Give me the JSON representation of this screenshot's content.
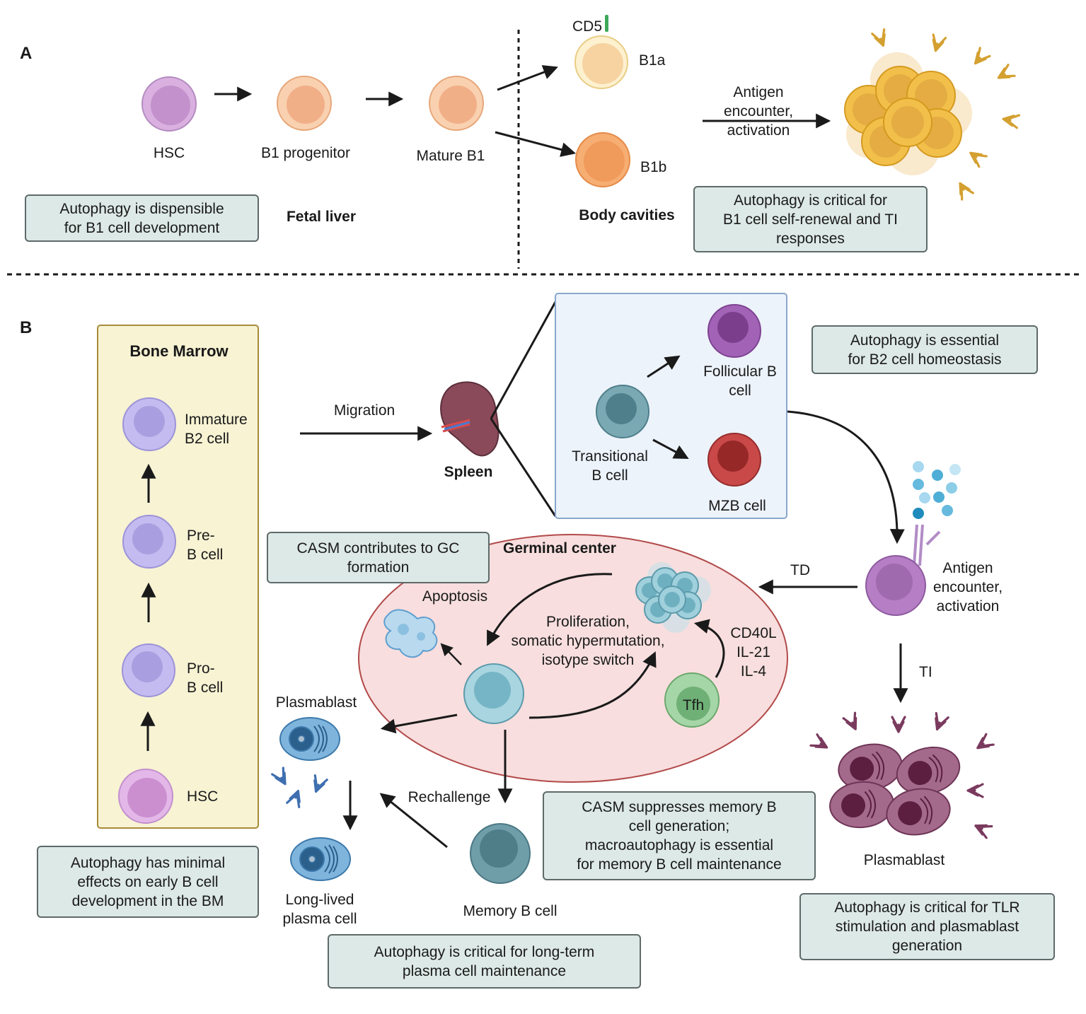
{
  "panel_a": {
    "label": "A",
    "hsc": "HSC",
    "b1_progenitor": "B1 progenitor",
    "mature_b1": "Mature B1",
    "cd5": "CD5",
    "b1a": "B1a",
    "b1b": "B1b",
    "fetal_liver": "Fetal liver",
    "body_cavities": "Body cavities",
    "antigen_activation": "Antigen\nencounter,\nactivation",
    "note_dispensible": "Autophagy is dispensible\nfor B1 cell development",
    "note_critical_b1": "Autophagy is critical for\nB1 cell self-renewal and TI\nresponses"
  },
  "panel_b": {
    "label": "B",
    "bone_marrow": "Bone Marrow",
    "immature_b2": "Immature\nB2 cell",
    "pre_b": "Pre-\nB cell",
    "pro_b": "Pro-\nB cell",
    "hsc": "HSC",
    "migration": "Migration",
    "spleen": "Spleen",
    "transitional_b": "Transitional\nB cell",
    "follicular_b": "Follicular B\ncell",
    "mzb": "MZB cell",
    "note_b2_homeostasis": "Autophagy is essential\nfor B2 cell homeostasis",
    "antigen_activation": "Antigen\nencounter,\nactivation",
    "td": "TD",
    "ti": "TI",
    "germinal_center": "Germinal center",
    "note_casm_gc": "CASM contributes to GC\nformation",
    "apoptosis": "Apoptosis",
    "proliferation": "Proliferation,\nsomatic hypermutation,\nisotype switch",
    "cytokines": "CD40L\nIL-21\nIL-4",
    "tfh": "Tfh",
    "plasmablast_left": "Plasmablast",
    "long_lived": "Long-lived\nplasma cell",
    "rechallenge": "Rechallenge",
    "memory_b": "Memory B cell",
    "plasmablast_right": "Plasmablast",
    "note_casm_memory": "CASM suppresses memory B\ncell generation;\nmacroautophagy is essential\nfor memory B cell maintenance",
    "note_bm": "Autophagy has minimal\neffects on early B cell\ndevelopment in the BM",
    "note_plasma": "Autophagy is critical for long-term\nplasma cell maintenance",
    "note_tlr": "Autophagy is critical for TLR\nstimulation and plasmablast\ngeneration"
  },
  "colors": {
    "hsc": "#cf9fd7",
    "b1": "#f4b98b",
    "b1a": "#fbe7b8",
    "b1b": "#f39a58",
    "antibody": "#d4a030",
    "b2": "#bdb4ec",
    "bone_marrow_bg": "#f7f3d3",
    "spleen_box": "#edf3fb",
    "transitional": "#6a9ba6",
    "follicular": "#9b5fb0",
    "mzb": "#c64545",
    "germinal_center_bg": "#f8dede",
    "gc_b_cell": "#a8d5e0",
    "tfh": "#8fcc94",
    "memory_b": "#5e8f9b",
    "plasma_blue": "#6ba8d3",
    "plasmablast_purple": "#8a4a6e",
    "note_bg": "#dde9e6"
  }
}
